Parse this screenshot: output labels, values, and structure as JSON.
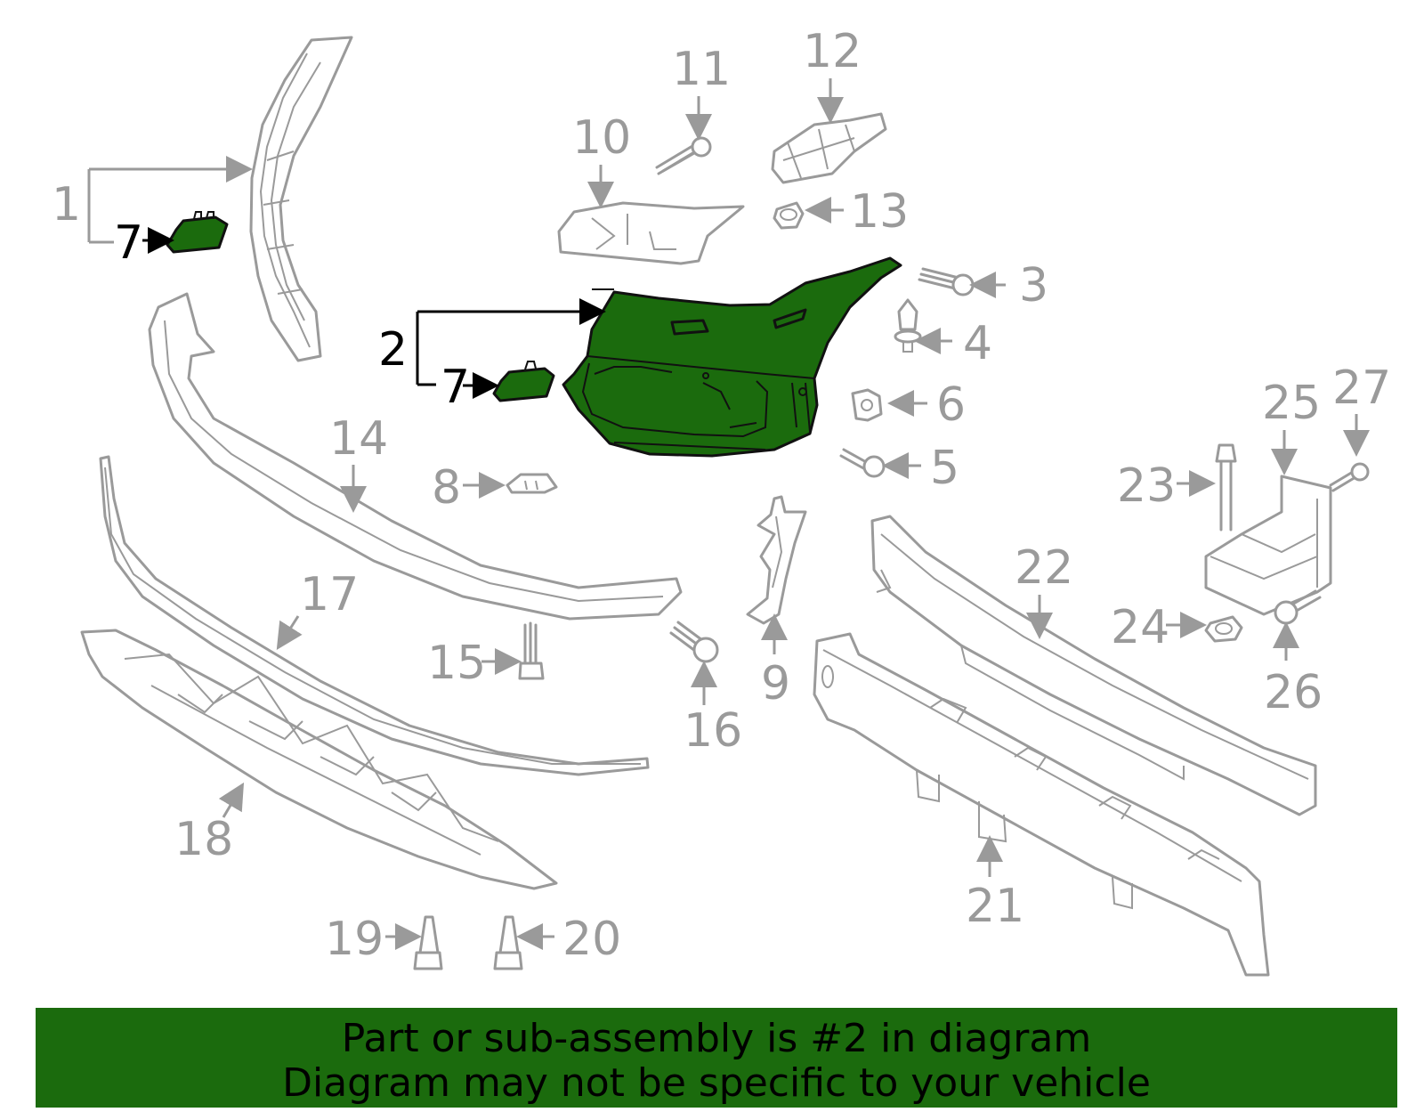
{
  "colors": {
    "highlight": "#1b6b0d",
    "part_stroke": "#9a9a9a",
    "banner_bg": "#1b6b0d"
  },
  "highlighted_part": "2",
  "callouts": {
    "c1": "1",
    "c2": "2",
    "c3": "3",
    "c4": "4",
    "c5": "5",
    "c6": "6",
    "c7a": "7",
    "c7b": "7",
    "c8": "8",
    "c9": "9",
    "c10": "10",
    "c11": "11",
    "c12": "12",
    "c13": "13",
    "c14": "14",
    "c15": "15",
    "c16": "16",
    "c17": "17",
    "c18": "18",
    "c19": "19",
    "c20": "20",
    "c21": "21",
    "c22": "22",
    "c23": "23",
    "c24": "24",
    "c25": "25",
    "c26": "26",
    "c27": "27"
  },
  "banner": {
    "line1": "Part or sub-assembly is #2 in diagram",
    "line2": "Diagram may not be specific to your vehicle"
  }
}
